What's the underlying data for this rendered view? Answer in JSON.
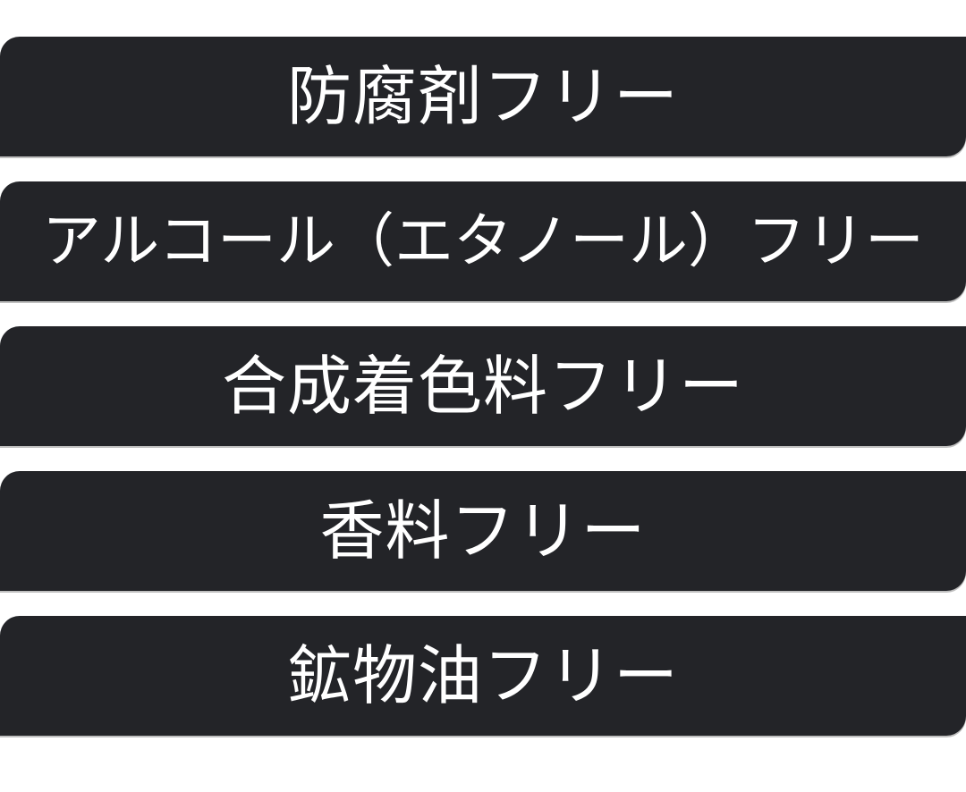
{
  "colors": {
    "bar_background": "#232428",
    "bar_text": "#ffffff",
    "page_background": "#ffffff"
  },
  "items": [
    {
      "label": "防腐剤フリー"
    },
    {
      "label": "アルコール（エタノール）フリー"
    },
    {
      "label": "合成着色料フリー"
    },
    {
      "label": "香料フリー"
    },
    {
      "label": "鉱物油フリー"
    }
  ]
}
